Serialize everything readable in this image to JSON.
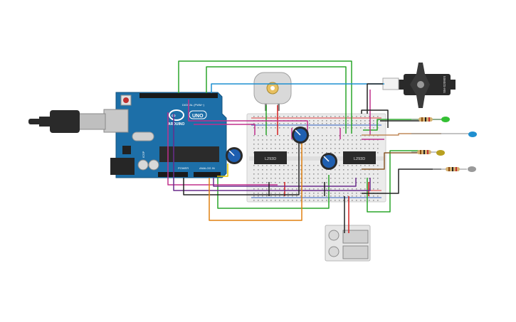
{
  "arduino": {
    "brand": "ARDUINO",
    "model": "UNO",
    "digital_header": "DIGITAL (PWM~)",
    "power_header": "POWER",
    "analog_header": "ANALOG IN",
    "icsp": "ICSP"
  },
  "chips": [
    {
      "label": "L293D"
    },
    {
      "label": "L293D"
    }
  ],
  "servo": {
    "label": "SM-S2090S"
  },
  "colors": {
    "green": "#2aa52a",
    "red": "#d42020",
    "magenta": "#c0308c",
    "purple": "#6a2c8c",
    "black": "#222222",
    "orange": "#e08010",
    "blue": "#1f8fd0",
    "brown": "#8a5a2a",
    "arduino": "#1d6fa8",
    "breadboard": "#ececec"
  }
}
